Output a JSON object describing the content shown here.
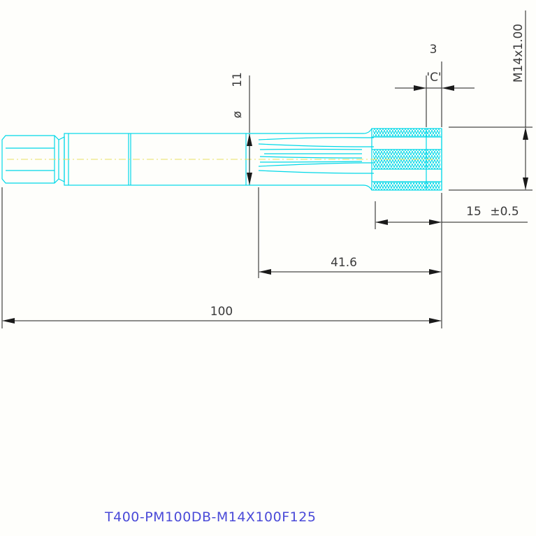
{
  "drawing": {
    "part_number": "T400-PM100DB-M14X100F125",
    "colors": {
      "outline": "#00d8e8",
      "dimension": "#1a1a1a",
      "centerline": "#e8e060",
      "label": "#4a4ad8",
      "background": "#fefefb"
    },
    "dimensions": {
      "overall_length": "100",
      "thread_to_neck": "41.6",
      "thread_length": "15",
      "thread_tolerance": "±0.5",
      "shank_diameter_symbol": "ø",
      "shank_diameter": "11",
      "chamfer": "3",
      "chamfer_type": "'C'",
      "thread_spec": "M14x1.00"
    }
  }
}
